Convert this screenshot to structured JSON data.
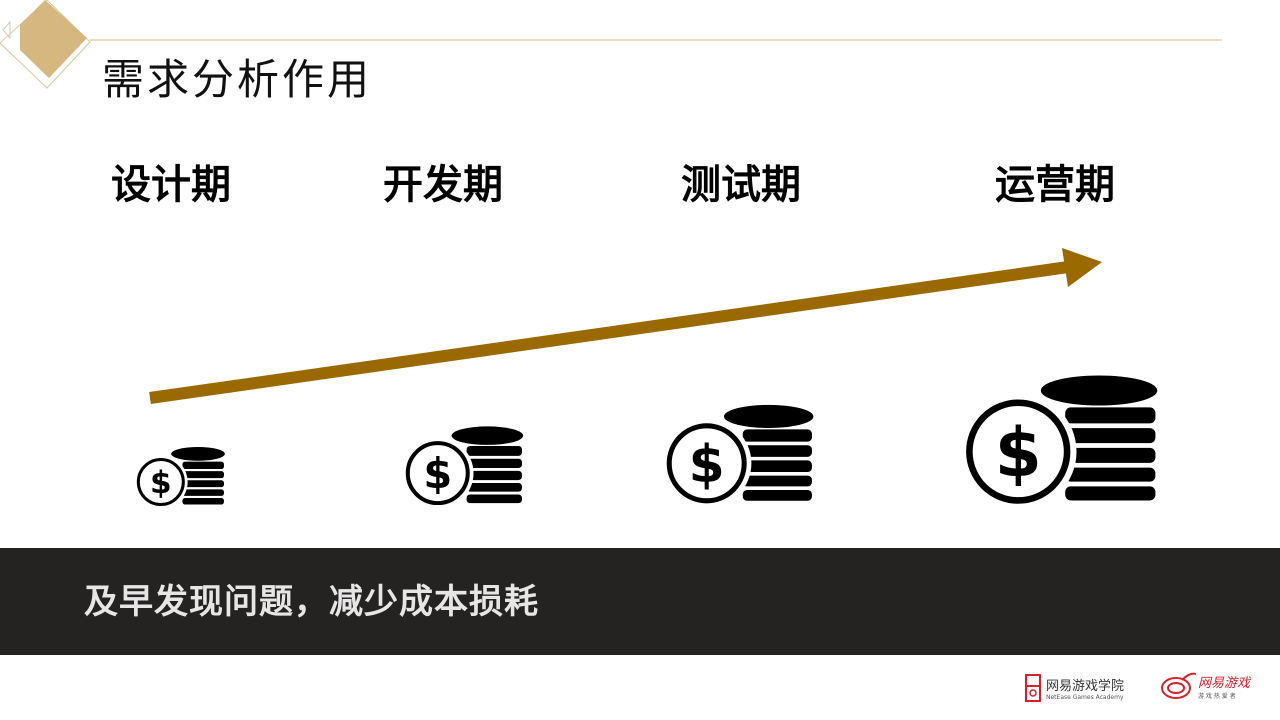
{
  "slide": {
    "title": "需求分析作用",
    "stages": [
      "设计期",
      "开发期",
      "测试期",
      "运营期"
    ],
    "slogan": "及早发现问题，减少成本损耗",
    "icons": [
      "dollar-coin-stack-icon",
      "dollar-coin-stack-icon",
      "dollar-coin-stack-icon",
      "dollar-coin-stack-icon"
    ],
    "colors": {
      "accent_gold": "#d6b77f",
      "arrow": "#9a6a00",
      "band": "#252321"
    }
  },
  "footer": {
    "academy_name": "网易游戏学院",
    "academy_en": "NetEase Games Academy",
    "games_name": "网易游戏",
    "games_sub": "游 戏 热 爱 者"
  }
}
